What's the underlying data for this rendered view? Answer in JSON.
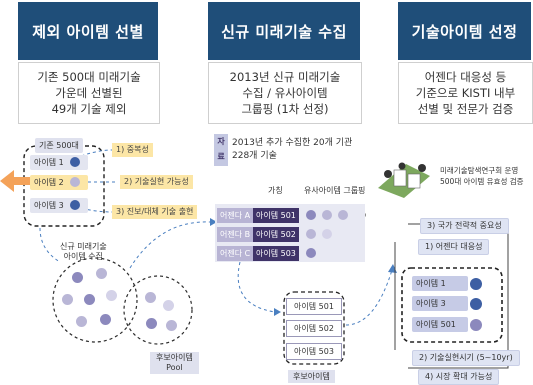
{
  "headers": {
    "h1": "제외 아이템 선별",
    "h2": "신규 미래기술 수집",
    "h3": "기술아이템 선정"
  },
  "boxes": {
    "b1": "기존 500대 미래기술\n가운데 선별된\n49개 기술 제외",
    "b2": "2013년 신규 미래기술\n수집 / 유사아이템\n그룹핑 (1차 선정)",
    "b3": "어젠다 대응성 등\n기준으로 KISTI 내부\n선별 및 전문가 검증"
  },
  "left": {
    "existing_label": "기존 500대",
    "items": [
      "아이템 1",
      "아이템 2",
      "아이템 3"
    ],
    "criteria": [
      "1) 중복성",
      "2) 기술실현 가능성",
      "3) 진보/대체 기술 출현"
    ],
    "pool_label": "신규 미래기술\n아이템 수집",
    "pool_caption": "후보아이템\nPool"
  },
  "middle": {
    "source_tag": "자료",
    "source_text": "2013년 추가 수집한 20개 기관\n228개 기술",
    "col_alias": "가칭",
    "col_group": "유사아이템 그룹핑",
    "agendas": [
      "어젠다 A",
      "어젠다 B",
      "어젠다 C"
    ],
    "items": [
      "아이템 501",
      "아이템 502",
      "아이템 503"
    ],
    "candidates": [
      "아이템 501",
      "아이템 502",
      "아이템 503"
    ],
    "candidate_caption": "후보아이템"
  },
  "right": {
    "committee_text": "미래기술탐색연구회 운영\n500대 아이템 유효성 검증",
    "criteria_top": [
      "3) 국가 전략적 중요성",
      "1) 어젠다 대응성"
    ],
    "selected": [
      "아이템 1",
      "아이템 3",
      "아이템 501"
    ],
    "criteria_bottom": [
      "2) 기술실현시기 (5~10yr)",
      "4) 시장 확대 가능성"
    ]
  },
  "colors": {
    "header": "#1f4e79",
    "accent_orange": "#f4a259",
    "purple_dark": "#3f3368",
    "purple_light": "#b8b4d4",
    "highlight_yellow": "#fce6a6"
  }
}
